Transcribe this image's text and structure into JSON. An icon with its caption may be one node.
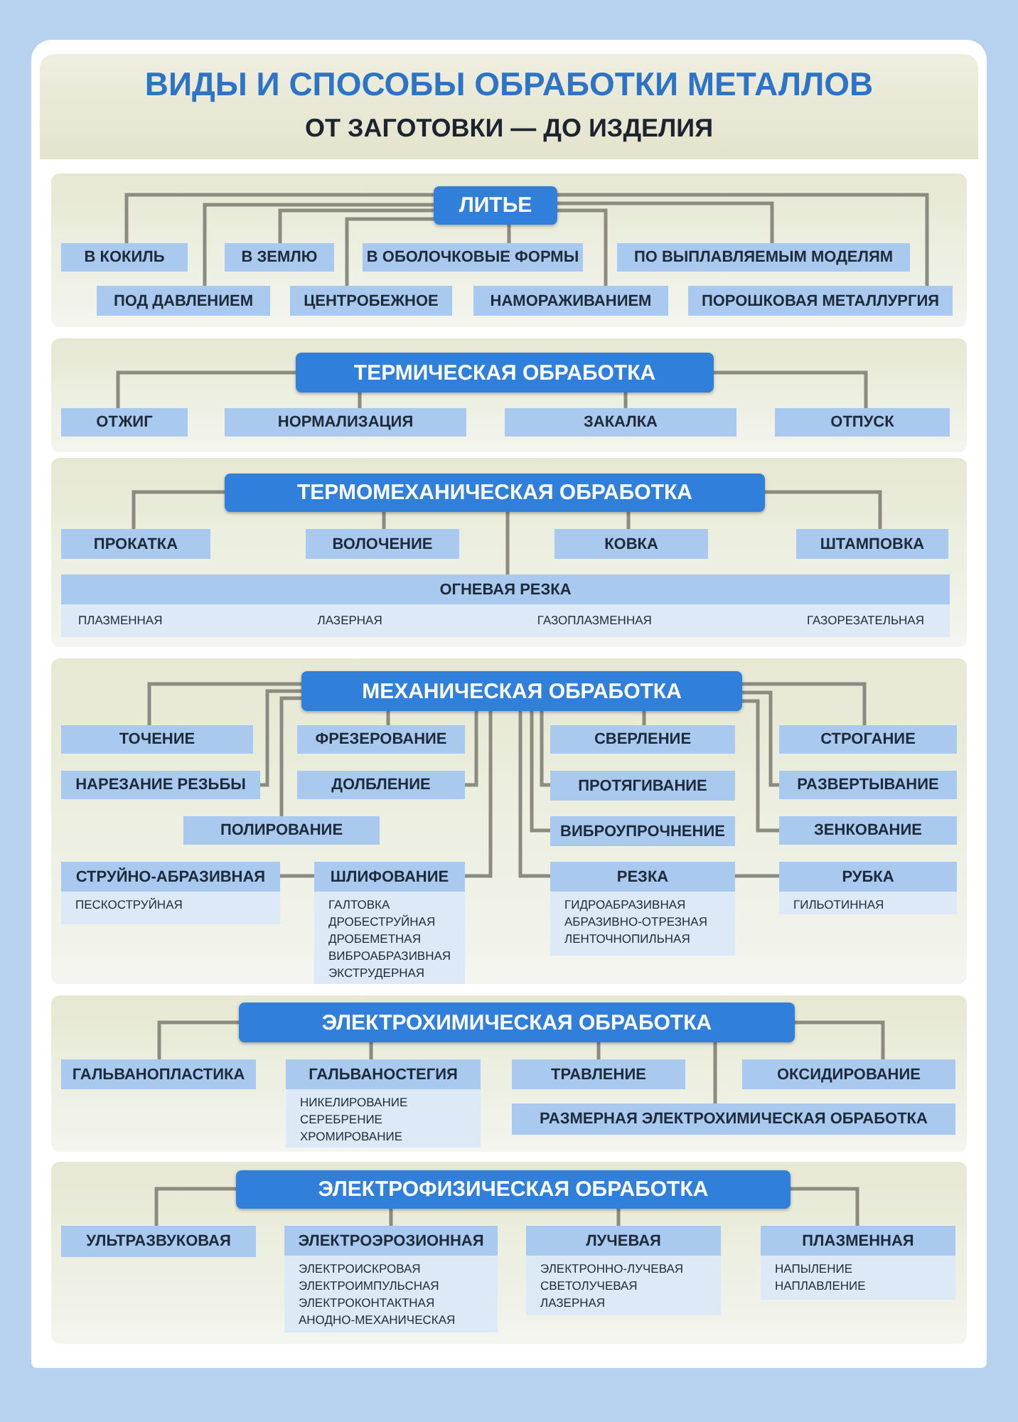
{
  "diagram": {
    "title": "ВИДЫ И СПОСОБЫ ОБРАБОТКИ МЕТАЛЛОВ",
    "nodes": [
      {
        "text": [],
        "shape": "band"
      },
      {
        "text": [
          "ЛИТЬЕ"
        ],
        "in": 0
      },
      {
        "text": [
          "В КОКИЛЬ"
        ],
        "in": 0
      },
      {
        "text": [
          "В ЗЕМЛЮ"
        ],
        "in": 0
      },
      {
        "text": [
          "В ОБОЛОЧКОВЫЕ ФОРМЫ"
        ],
        "in": 0
      },
      {
        "text": [
          "ПО ВЫПЛАВЛЯЕМЫМ МОДЕЛЯМ"
        ],
        "in": 0
      },
      {
        "text": [
          "ПОД ДАВЛЕНИЕМ"
        ],
        "in": 0
      },
      {
        "text": [
          "ЦЕНТРОБЕЖНОЕ"
        ],
        "in": 0
      },
      {
        "text": [
          "НАМОРАЖИВАНИЕМ"
        ],
        "in": 0
      },
      {
        "text": [
          "ПОРОШКОВАЯ МЕТАЛЛУРГИЯ"
        ],
        "in": 0
      },
      {
        "text": [],
        "shape": "band"
      },
      {
        "text": [
          "ТЕРМИЧЕСКАЯ ОБРАБОТКА"
        ],
        "in": 10
      },
      {
        "text": [
          "ОТЖИГ"
        ],
        "in": 10
      },
      {
        "text": [
          "НОРМАЛИЗАЦИЯ"
        ],
        "in": 10
      },
      {
        "text": [
          "ЗАКАЛКА"
        ],
        "in": 10
      },
      {
        "text": [
          "ОТПУСК"
        ],
        "in": 10
      },
      {
        "text": [],
        "shape": "band"
      },
      {
        "text": [
          "ТЕРМОМЕХАНИЧЕСКАЯ ОБРАБОТКА"
        ],
        "in": 16
      },
      {
        "text": [
          "ПРОКАТКА"
        ],
        "in": 16
      },
      {
        "text": [
          "ВОЛОЧЕНИЕ"
        ],
        "in": 16
      },
      {
        "text": [
          "КОВКА"
        ],
        "in": 16
      },
      {
        "text": [
          "ШТАМПОВКА"
        ],
        "in": 16
      },
      {
        "text": [
          "ОГНЕВАЯ РЕЗКА",
          "ПЛАЗМЕННАЯ",
          "ЛАЗЕРНАЯ",
          "ГАЗОПЛАЗМЕННАЯ",
          "ГАЗОРЕЗАТЕЛЬНАЯ"
        ],
        "in": 16
      },
      {
        "text": [],
        "shape": "band"
      },
      {
        "text": [
          "МЕХАНИЧЕСКАЯ ОБРАБОТКА"
        ],
        "in": 23
      },
      {
        "text": [
          "ТОЧЕНИЕ"
        ],
        "in": 23
      },
      {
        "text": [
          "ФРЕЗЕРОВАНИЕ"
        ],
        "in": 23
      },
      {
        "text": [
          "СВЕРЛЕНИЕ"
        ],
        "in": 23
      },
      {
        "text": [
          "СТРОГАНИЕ"
        ],
        "in": 23
      },
      {
        "text": [
          "НАРЕЗАНИЕ РЕЗЬБЫ"
        ],
        "in": 23
      },
      {
        "text": [
          "ДОЛБЛЕНИЕ"
        ],
        "in": 23
      },
      {
        "text": [
          "ПРОТЯГИВАНИЕ"
        ],
        "in": 23
      },
      {
        "text": [
          "РАЗВЕРТЫВАНИЕ"
        ],
        "in": 23
      },
      {
        "text": [
          "ПОЛИРОВАНИЕ"
        ],
        "in": 23
      },
      {
        "text": [
          "ВИБРОУПРОЧНЕНИЕ"
        ],
        "in": 23
      },
      {
        "text": [
          "ЗЕНКОВАНИЕ"
        ],
        "in": 23
      },
      {
        "text": [
          "СТРУЙНО-АБРАЗИВНАЯ",
          "ПЕСКОСТРУЙНАЯ"
        ],
        "in": 23
      },
      {
        "text": [
          "ШЛИФОВАНИЕ",
          "ГАЛТОВКА",
          "ДРОБЕСТРУЙНАЯ",
          "ДРОБЕМЕТНАЯ",
          "ВИБРОАБРАЗИВНАЯ",
          "ЭКСТРУДЕРНАЯ"
        ],
        "in": 23
      },
      {
        "text": [
          "РЕЗКА",
          "ГИДРОАБРАЗИВНАЯ",
          "АБРАЗИВНО-ОТРЕЗНАЯ",
          "ЛЕНТОЧНОПИЛЬНАЯ"
        ],
        "in": 23
      },
      {
        "text": [
          "РУБКА",
          "ГИЛЬОТИННАЯ"
        ],
        "in": 23
      },
      {
        "text": [],
        "shape": "band"
      },
      {
        "text": [
          "ЭЛЕКТРОХИМИЧЕСКАЯ ОБРАБОТКА"
        ],
        "in": 40
      },
      {
        "text": [
          "ГАЛЬВАНОПЛАСТИКА"
        ],
        "in": 40
      },
      {
        "text": [
          "ГАЛЬВАНОСТЕГИЯ",
          "НИКЕЛИРОВАНИЕ",
          "СЕРЕБРЕНИЕ",
          "ХРОМИРОВАНИЕ"
        ],
        "in": 40
      },
      {
        "text": [
          "ТРАВЛЕНИЕ"
        ],
        "in": 40
      },
      {
        "text": [
          "ОКСИДИРОВАНИЕ"
        ],
        "in": 40
      },
      {
        "text": [
          "РАЗМЕРНАЯ ЭЛЕКТРОХИМИЧЕСКАЯ ОБРАБОТКА"
        ],
        "in": 40
      },
      {
        "text": [],
        "shape": "band"
      },
      {
        "text": [
          "ЭЛЕКТРОФИЗИЧЕСКАЯ ОБРАБОТКА"
        ],
        "in": 47
      },
      {
        "text": [
          "УЛЬТРАЗВУКОВАЯ"
        ],
        "in": 47
      },
      {
        "text": [
          "ЭЛЕКТРОЭРОЗИОННАЯ",
          "ЭЛЕКТРОИСКРОВАЯ",
          "ЭЛЕКТРОИМПУЛЬСНАЯ",
          "ЭЛЕКТРОКОНТАКТНАЯ",
          "АНОДНО-МЕХАНИЧЕСКАЯ"
        ],
        "in": 47
      },
      {
        "text": [
          "ЛУЧЕВАЯ",
          "ЭЛЕКТРОННО-ЛУЧЕВАЯ",
          "СВЕТОЛУЧЕВАЯ",
          "ЛАЗЕРНАЯ"
        ],
        "in": 47
      },
      {
        "text": [
          "ПЛАЗМЕННАЯ",
          "НАПЫЛЕНИЕ",
          "НАПЛАВЛЕНИЕ"
        ],
        "in": 47
      }
    ],
    "edges": [
      {
        "from": 1,
        "to": 2,
        "arrow": "none"
      },
      {
        "from": 1,
        "to": 3,
        "arrow": "none"
      },
      {
        "from": 1,
        "to": 4,
        "arrow": "none"
      },
      {
        "from": 1,
        "to": 5,
        "arrow": "none"
      },
      {
        "from": 1,
        "to": 6,
        "arrow": "none"
      },
      {
        "from": 1,
        "to": 7,
        "arrow": "none"
      },
      {
        "from": 1,
        "to": 8,
        "arrow": "none"
      },
      {
        "from": 1,
        "to": 9,
        "arrow": "none"
      },
      {
        "from": 11,
        "to": 12,
        "arrow": "none"
      },
      {
        "from": 11,
        "to": 13,
        "arrow": "none"
      },
      {
        "from": 11,
        "to": 14,
        "arrow": "none"
      },
      {
        "from": 11,
        "to": 15,
        "arrow": "none"
      },
      {
        "from": 17,
        "to": 18,
        "arrow": "none"
      },
      {
        "from": 17,
        "to": 19,
        "arrow": "none"
      },
      {
        "from": 17,
        "to": 22,
        "arrow": "none"
      },
      {
        "from": 17,
        "to": 20,
        "arrow": "none"
      },
      {
        "from": 17,
        "to": 21,
        "arrow": "none"
      },
      {
        "from": 24,
        "to": 25,
        "arrow": "none"
      },
      {
        "from": 24,
        "to": 29,
        "arrow": "none"
      },
      {
        "from": 24,
        "to": 33,
        "arrow": "none"
      },
      {
        "from": 24,
        "to": 26,
        "arrow": "none"
      },
      {
        "from": 24,
        "to": 30,
        "arrow": "none"
      },
      {
        "from": 24,
        "to": 37,
        "arrow": "none"
      },
      {
        "from": 24,
        "to": 27,
        "arrow": "none"
      },
      {
        "from": 24,
        "to": 31,
        "arrow": "none"
      },
      {
        "from": 24,
        "to": 34,
        "arrow": "none"
      },
      {
        "from": 24,
        "to": 38,
        "arrow": "none"
      },
      {
        "from": 24,
        "to": 28,
        "arrow": "none"
      },
      {
        "from": 24,
        "to": 32,
        "arrow": "none"
      },
      {
        "from": 24,
        "to": 35,
        "arrow": "none"
      },
      {
        "from": 37,
        "to": 36,
        "arrow": "none"
      },
      {
        "from": 38,
        "to": 39,
        "arrow": "none"
      },
      {
        "from": 41,
        "to": 42,
        "arrow": "none"
      },
      {
        "from": 41,
        "to": 43,
        "arrow": "none"
      },
      {
        "from": 41,
        "to": 44,
        "arrow": "none"
      },
      {
        "from": 41,
        "to": 46,
        "arrow": "none"
      },
      {
        "from": 41,
        "to": 45,
        "arrow": "none"
      },
      {
        "from": 48,
        "to": 49,
        "arrow": "none"
      },
      {
        "from": 48,
        "to": 50,
        "arrow": "none"
      },
      {
        "from": 48,
        "to": 51,
        "arrow": "none"
      },
      {
        "from": 48,
        "to": 52,
        "arrow": "none"
      }
    ],
    "labels": [
      "ОТ ЗАГОТОВКИ — ДО ИЗДЕЛИЯ"
    ]
  }
}
